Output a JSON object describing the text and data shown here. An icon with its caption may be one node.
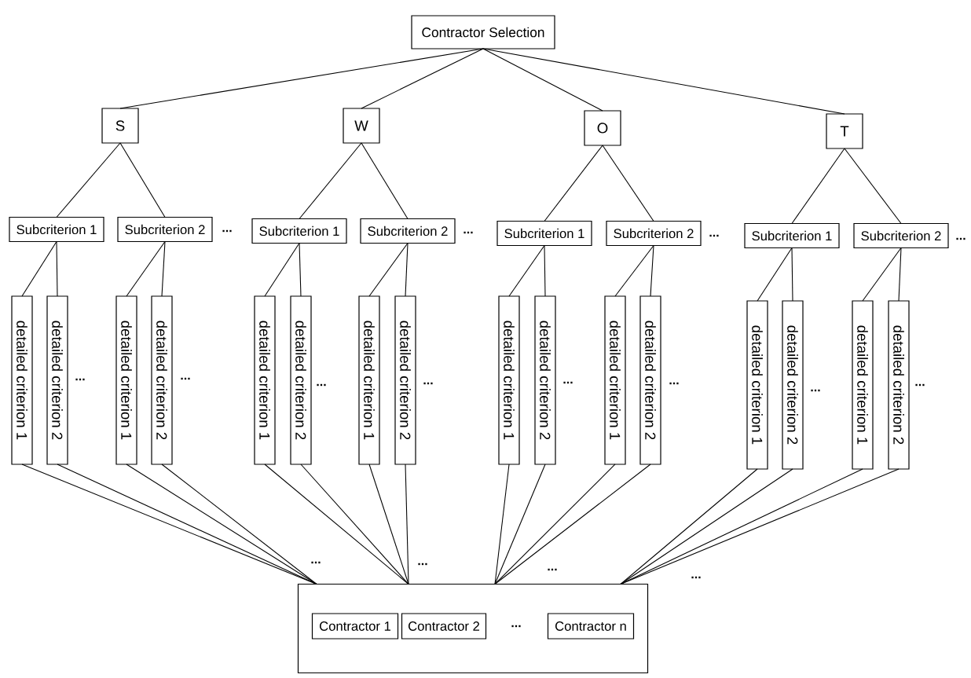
{
  "diagram": {
    "nodes": [
      {
        "text": [
          "Contractor Selection"
        ]
      },
      {
        "text": [
          "S"
        ]
      },
      {
        "text": [
          "W"
        ]
      },
      {
        "text": [
          "O"
        ]
      },
      {
        "text": [
          "T"
        ]
      },
      {
        "text": [
          "Subcriterion 1"
        ]
      },
      {
        "text": [
          "Subcriterion 2"
        ]
      },
      {
        "text": [
          "Subcriterion 1"
        ]
      },
      {
        "text": [
          "Subcriterion 2"
        ]
      },
      {
        "text": [
          "Subcriterion 1"
        ]
      },
      {
        "text": [
          "Subcriterion 2"
        ]
      },
      {
        "text": [
          "Subcriterion 1"
        ]
      },
      {
        "text": [
          "Subcriterion 2"
        ]
      },
      {
        "text": [
          "detailed criterion 1"
        ]
      },
      {
        "text": [
          "detailed criterion 2"
        ]
      },
      {
        "text": [
          "detailed criterion 1"
        ]
      },
      {
        "text": [
          "detailed criterion 2"
        ]
      },
      {
        "text": [
          "detailed criterion 1"
        ]
      },
      {
        "text": [
          "detailed criterion 2"
        ]
      },
      {
        "text": [
          "detailed criterion 1"
        ]
      },
      {
        "text": [
          "detailed criterion 2"
        ]
      },
      {
        "text": [
          "detailed criterion 1"
        ]
      },
      {
        "text": [
          "detailed criterion 2"
        ]
      },
      {
        "text": [
          "detailed criterion 1"
        ]
      },
      {
        "text": [
          "detailed criterion 2"
        ]
      },
      {
        "text": [
          "detailed criterion 1"
        ]
      },
      {
        "text": [
          "detailed criterion 2"
        ]
      },
      {
        "text": [
          "detailed criterion 1"
        ]
      },
      {
        "text": [
          "detailed criterion 2"
        ]
      },
      {
        "text": [],
        "shape": "box"
      },
      {
        "text": [
          "Contractor 1"
        ],
        "in": 29
      },
      {
        "text": [
          "Contractor 2"
        ],
        "in": 29
      },
      {
        "text": [
          "Contractor n"
        ],
        "in": 29
      }
    ],
    "edges": [
      {
        "from": 0,
        "to": 1,
        "arrow": "none"
      },
      {
        "from": 0,
        "to": 2,
        "arrow": "none"
      },
      {
        "from": 0,
        "to": 3,
        "arrow": "none"
      },
      {
        "from": 0,
        "to": 4,
        "arrow": "none"
      },
      {
        "from": 1,
        "to": 5,
        "arrow": "none"
      },
      {
        "from": 1,
        "to": 6,
        "arrow": "none"
      },
      {
        "from": 2,
        "to": 7,
        "arrow": "none"
      },
      {
        "from": 2,
        "to": 8,
        "arrow": "none"
      },
      {
        "from": 3,
        "to": 9,
        "arrow": "none"
      },
      {
        "from": 3,
        "to": 10,
        "arrow": "none"
      },
      {
        "from": 4,
        "to": 11,
        "arrow": "none"
      },
      {
        "from": 4,
        "to": 12,
        "arrow": "none"
      },
      {
        "from": 5,
        "to": 13,
        "arrow": "none"
      },
      {
        "from": 5,
        "to": 14,
        "arrow": "none"
      },
      {
        "from": 6,
        "to": 15,
        "arrow": "none"
      },
      {
        "from": 6,
        "to": 16,
        "arrow": "none"
      },
      {
        "from": 7,
        "to": 17,
        "arrow": "none"
      },
      {
        "from": 7,
        "to": 18,
        "arrow": "none"
      },
      {
        "from": 8,
        "to": 19,
        "arrow": "none"
      },
      {
        "from": 8,
        "to": 20,
        "arrow": "none"
      },
      {
        "from": 9,
        "to": 21,
        "arrow": "none"
      },
      {
        "from": 9,
        "to": 22,
        "arrow": "none"
      },
      {
        "from": 10,
        "to": 23,
        "arrow": "none"
      },
      {
        "from": 10,
        "to": 24,
        "arrow": "none"
      },
      {
        "from": 11,
        "to": 25,
        "arrow": "none"
      },
      {
        "from": 11,
        "to": 26,
        "arrow": "none"
      },
      {
        "from": 12,
        "to": 27,
        "arrow": "none"
      },
      {
        "from": 12,
        "to": 28,
        "arrow": "none"
      },
      {
        "from": 13,
        "to": 29,
        "arrow": "none"
      },
      {
        "from": 14,
        "to": 29,
        "arrow": "none"
      },
      {
        "from": 15,
        "to": 29,
        "arrow": "none"
      },
      {
        "from": 16,
        "to": 29,
        "arrow": "none"
      },
      {
        "from": 17,
        "to": 29,
        "arrow": "none"
      },
      {
        "from": 18,
        "to": 29,
        "arrow": "none"
      },
      {
        "from": 19,
        "to": 29,
        "arrow": "none"
      },
      {
        "from": 20,
        "to": 29,
        "arrow": "none"
      },
      {
        "from": 21,
        "to": 29,
        "arrow": "none"
      },
      {
        "from": 22,
        "to": 29,
        "arrow": "none"
      },
      {
        "from": 23,
        "to": 29,
        "arrow": "none"
      },
      {
        "from": 24,
        "to": 29,
        "arrow": "none"
      },
      {
        "from": 25,
        "to": 29,
        "arrow": "none"
      },
      {
        "from": 26,
        "to": 29,
        "arrow": "none"
      },
      {
        "from": 27,
        "to": 29,
        "arrow": "none"
      },
      {
        "from": 28,
        "to": 29,
        "arrow": "none"
      }
    ],
    "labels": [
      "...",
      "...",
      "...",
      "...",
      "...",
      "...",
      "...",
      "...",
      "...",
      "...",
      "...",
      "...",
      "...",
      "...",
      "...",
      "...",
      "..."
    ]
  }
}
